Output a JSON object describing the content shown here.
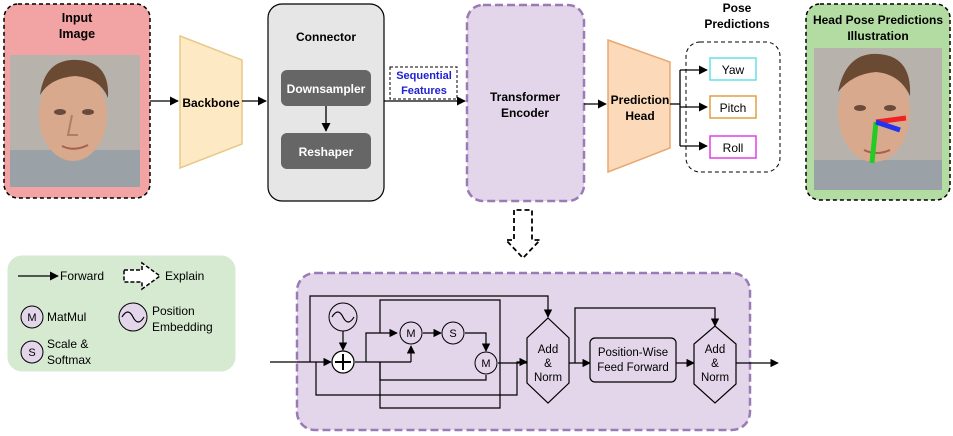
{
  "input": {
    "title_line1": "Input",
    "title_line2": "Image"
  },
  "backbone": {
    "label": "Backbone"
  },
  "connector": {
    "title": "Connector",
    "downsampler": "Downsampler",
    "reshaper": "Reshaper"
  },
  "sequential": {
    "line1": "Sequential",
    "line2": "Features"
  },
  "encoder": {
    "line1": "Transformer",
    "line2": "Encoder"
  },
  "prediction_head": {
    "line1": "Prediction",
    "line2": "Head"
  },
  "pose": {
    "title_line1": "Pose",
    "title_line2": "Predictions",
    "yaw": "Yaw",
    "pitch": "Pitch",
    "roll": "Roll"
  },
  "illustration": {
    "title_line1": "Head Pose Predictions",
    "title_line2": "Illustration"
  },
  "legend": {
    "forward": "Forward",
    "explain": "Explain",
    "matmul_symbol": "M",
    "matmul": "MatMul",
    "position_line1": "Position",
    "position_line2": "Embedding",
    "softmax_symbol": "S",
    "softmax_line1": "Scale &",
    "softmax_line2": "Softmax"
  },
  "detail": {
    "m_symbol": "M",
    "s_symbol": "S",
    "addnorm_line1": "Add",
    "addnorm_line2": "&",
    "addnorm_line3": "Norm",
    "ffn_line1": "Position-Wise",
    "ffn_line2": "Feed Forward"
  },
  "colors": {
    "input_fill": "#f2a3a3",
    "illustration_fill": "#b3dca3",
    "backbone_fill": "#fde9c3",
    "connector_fill": "#e6e6e6",
    "inner_block_fill": "#666666",
    "encoder_fill": "#e3d6ea",
    "encoder_border": "#9b7bb5",
    "head_fill": "#fbd9b9",
    "legend_fill": "#d5ead1",
    "yaw_border": "#66e0e8",
    "pitch_border": "#e0a040",
    "roll_border": "#e040e0",
    "sequential_text": "#1f1fd0"
  }
}
